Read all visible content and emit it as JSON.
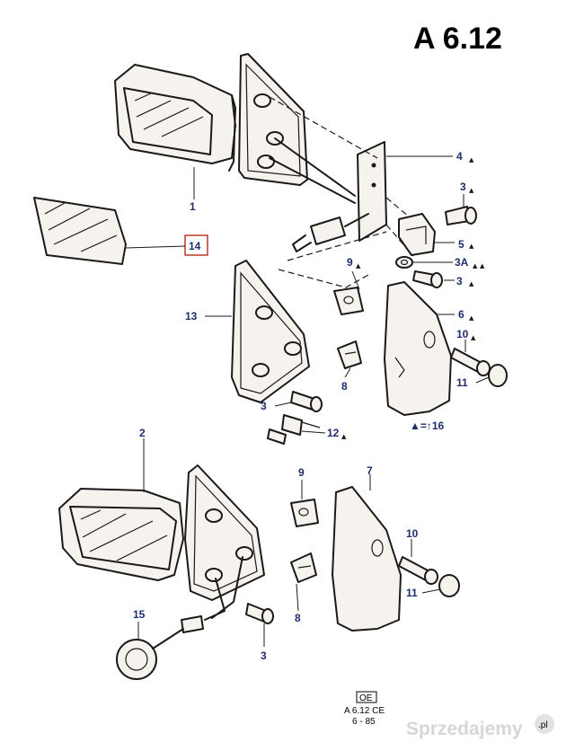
{
  "title": "A 6.12",
  "callouts": {
    "c1": "1",
    "c2": "2",
    "c3a": "3",
    "c3b": "3A",
    "c3c": "3",
    "c3d": "3",
    "c3e": "3",
    "c4": "4",
    "c5": "5",
    "c6": "6",
    "c7": "7",
    "c8a": "8",
    "c8b": "8",
    "c9a": "9",
    "c9b": "9",
    "c10a": "10",
    "c10b": "10",
    "c11a": "11",
    "c11b": "11",
    "c12": "12",
    "c13": "13",
    "c14": "14",
    "c15": "15",
    "c16": "▲=↑16"
  },
  "colors": {
    "callout_text": "#1f2d6b",
    "highlight_box": "#c0392b",
    "line": "#1a1a1a"
  },
  "footer": {
    "box_label": "OE",
    "code": "A 6.12 CE",
    "date": "6 - 85"
  },
  "watermark": {
    "text": "Sprzedajemy",
    "badge": ".pl"
  }
}
